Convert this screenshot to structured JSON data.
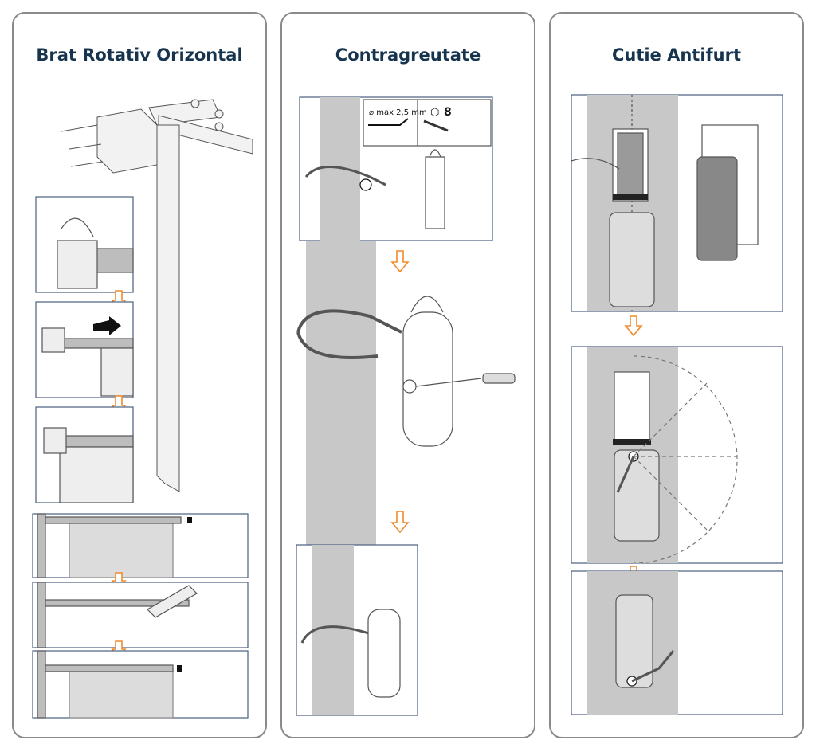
{
  "panels": [
    {
      "title": "Brat Rotativ Orizontal"
    },
    {
      "title": "Contragreutate"
    },
    {
      "title": "Cutie Antifurt"
    }
  ],
  "tools": {
    "hex_key": "⌀ max 2,5 mm",
    "wrench_size": "8"
  },
  "colors": {
    "arrow": "#f08a2c",
    "pole": "#c8c8c8",
    "title": "#17344f",
    "frame": "#4a5f80"
  }
}
